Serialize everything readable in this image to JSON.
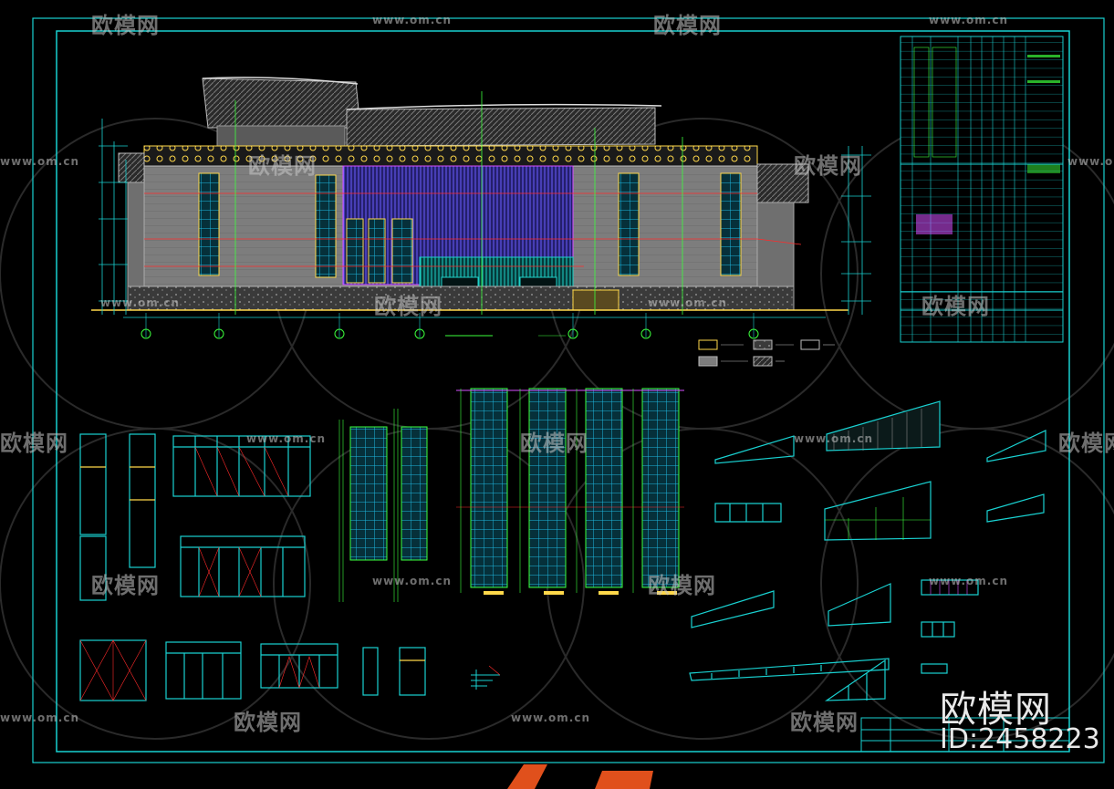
{
  "watermark": {
    "logo_text": "欧模网",
    "url_text": "www.om.cn"
  },
  "brand": {
    "name": "欧模网",
    "id": "ID:2458223"
  },
  "colors": {
    "background": "#000000",
    "frame": "#19d1d1",
    "wall": "#8c8c8c",
    "glass": "#1fb8e0",
    "highlight": "#ffd84a",
    "accent_red": "#ff2a2a",
    "accent_magenta": "#d64fff",
    "accent_green": "#3cff3c",
    "mark_orange": "#e0501c"
  }
}
